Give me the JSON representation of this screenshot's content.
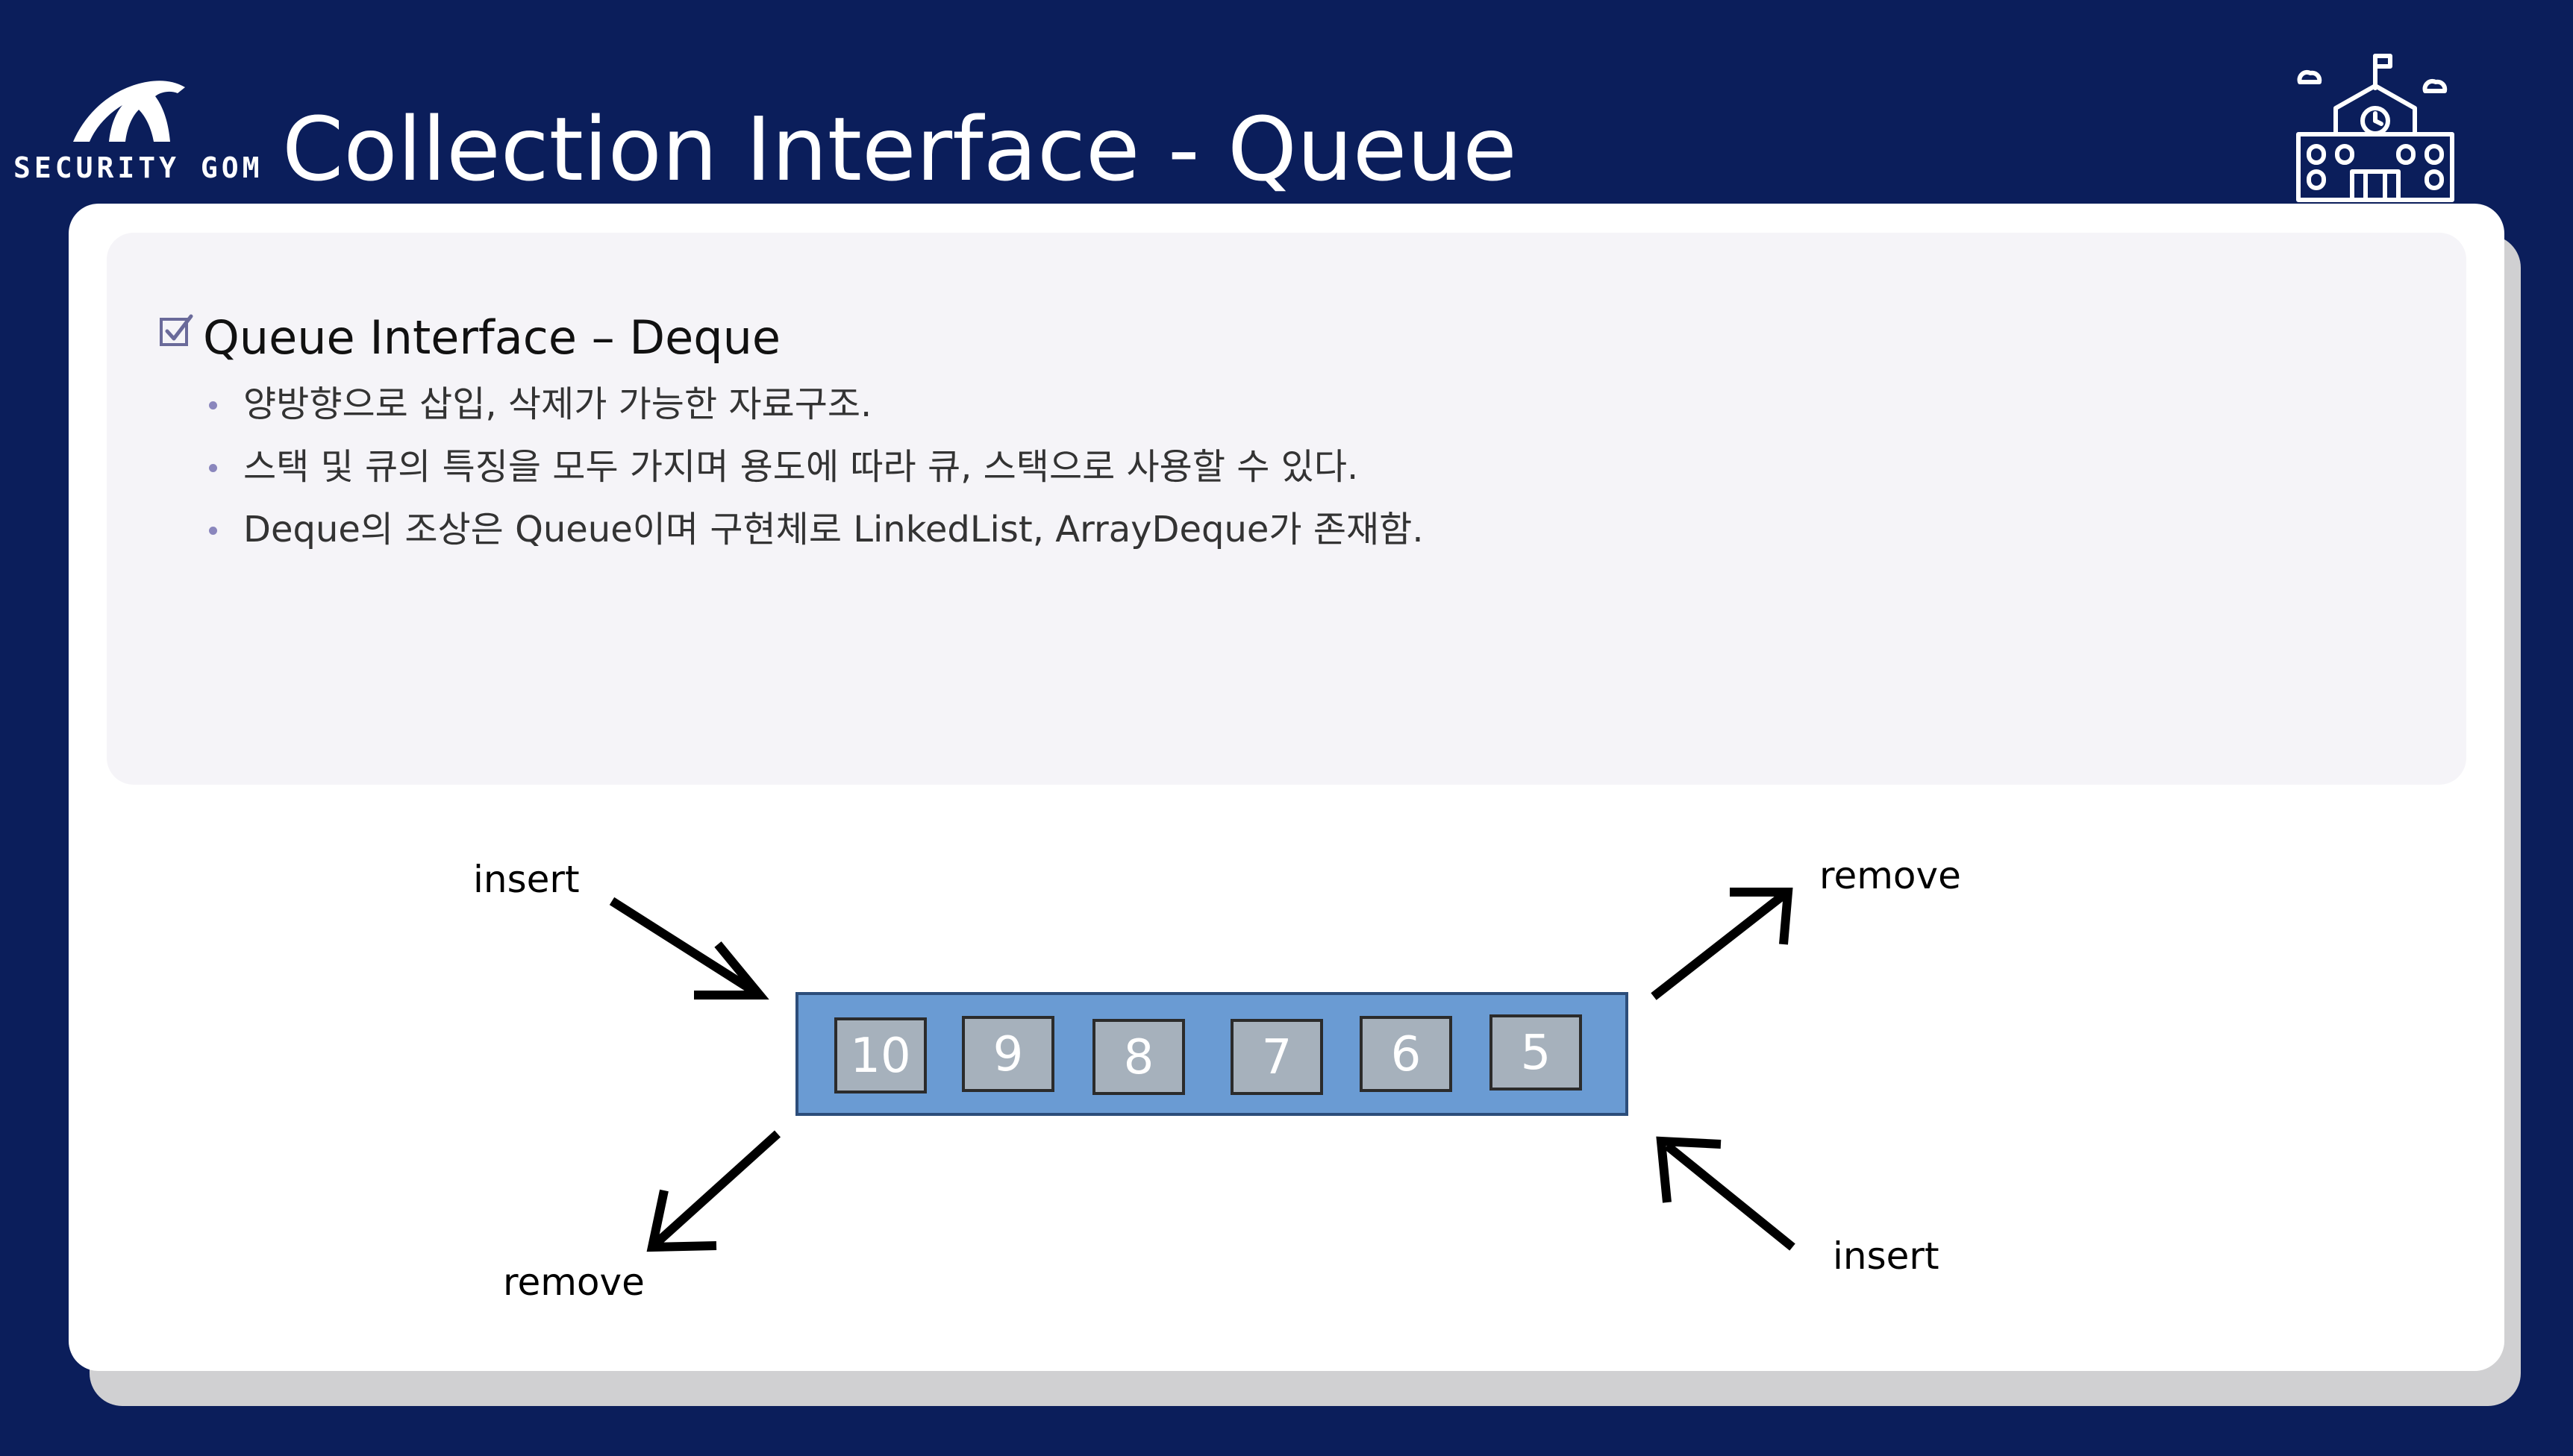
{
  "header": {
    "brand_text": "SECURITY GOM",
    "logo_icon": "polar-bear-icon",
    "title": "Collection Interface - Queue",
    "corner_icon": "school-building-icon"
  },
  "content": {
    "heading_icon": "checkbox-icon",
    "heading": "Queue Interface – Deque",
    "bullets": [
      "양방향으로 삽입, 삭제가 가능한 자료구조.",
      "스택 및 큐의 특징을 모두 가지며 용도에 따라 큐, 스택으로 사용할 수 있다.",
      "Deque의 조상은 Queue이며 구현체로 LinkedList, ArrayDeque가 존재함."
    ]
  },
  "diagram": {
    "cells": [
      "10",
      "9",
      "8",
      "7",
      "6",
      "5"
    ],
    "labels": {
      "insert_left": "insert",
      "remove_left": "remove",
      "remove_right": "remove",
      "insert_right": "insert"
    }
  },
  "colors": {
    "background": "#0b1e5b",
    "queue_fill": "#6a9bd3",
    "cell_fill": "#a6b1bc",
    "bullet": "#8a86bd"
  }
}
